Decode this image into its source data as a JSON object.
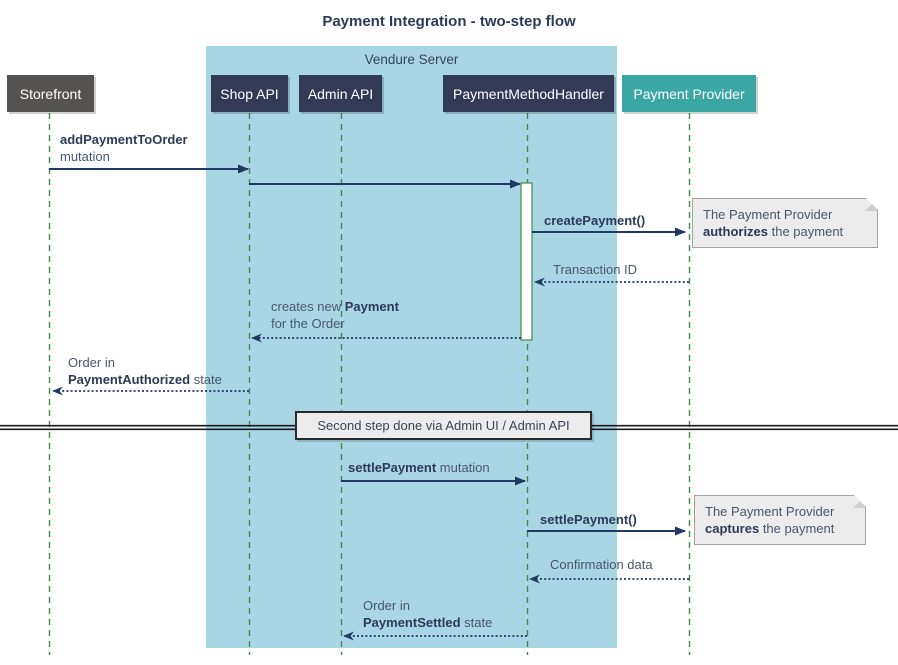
{
  "title": "Payment Integration - two-step flow",
  "frame": {
    "label": "Vendure Server"
  },
  "participants": [
    {
      "id": "storefront",
      "label": "Storefront"
    },
    {
      "id": "shop-api",
      "label": "Shop API"
    },
    {
      "id": "admin-api",
      "label": "Admin API"
    },
    {
      "id": "payment-method-handler",
      "label": "PaymentMethodHandler"
    },
    {
      "id": "payment-provider",
      "label": "Payment Provider"
    }
  ],
  "messages": {
    "add_payment": {
      "bold": "addPaymentToOrder",
      "rest": "mutation"
    },
    "create_payment": {
      "bold": "createPayment()"
    },
    "transaction_id": {
      "text": "Transaction ID"
    },
    "creates_payment": {
      "pre": "creates new ",
      "bold": "Payment",
      "line2": "for the Order"
    },
    "authorized": {
      "line1": "Order in",
      "bold": "PaymentAuthorized",
      "rest": " state"
    },
    "divider": {
      "text": "Second step done via Admin UI / Admin API"
    },
    "settle_mutation": {
      "bold": "settlePayment",
      "rest": " mutation"
    },
    "settle_call": {
      "bold": "settlePayment()"
    },
    "confirmation": {
      "text": "Confirmation data"
    },
    "settled": {
      "line1": "Order in",
      "bold": "PaymentSettled",
      "rest": " state"
    }
  },
  "notes": {
    "authorize": {
      "line1": "The Payment Provider",
      "bold": "authorizes",
      "rest": " the payment"
    },
    "capture": {
      "line1": "The Payment Provider",
      "bold": "captures",
      "rest": " the payment"
    }
  },
  "colors": {
    "navy-box": "#333a56",
    "gray-box": "#555352",
    "teal-box": "#3ba7a4",
    "frame-blue": "#a8d6e5",
    "lifeline-green": "#3f8e41",
    "arrow-navy": "#1f3864",
    "text-dark": "#2c3a5a",
    "text-regular": "#4a566d",
    "note-bg": "#ececec",
    "note-border": "#a3a3a3",
    "divider-border": "#2a2a2a",
    "divider-bg": "#ececec"
  }
}
